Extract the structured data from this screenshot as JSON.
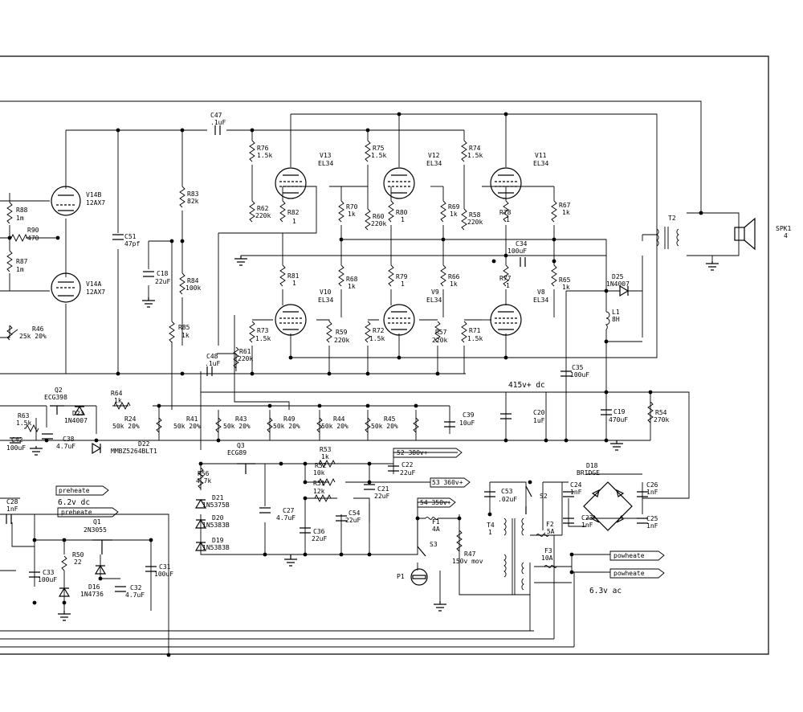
{
  "colors": {
    "ink": "#000000",
    "paper": "#ffffff"
  },
  "tubes": [
    {
      "ref": "V14B",
      "type": "12AX7"
    },
    {
      "ref": "V14A",
      "type": "12AX7"
    },
    {
      "ref": "V13",
      "type": "EL34"
    },
    {
      "ref": "V12",
      "type": "EL34"
    },
    {
      "ref": "V11",
      "type": "EL34"
    },
    {
      "ref": "V10",
      "type": "EL34"
    },
    {
      "ref": "V9",
      "type": "EL34"
    },
    {
      "ref": "V8",
      "type": "EL34"
    }
  ],
  "resistors": [
    {
      "ref": "R88",
      "value": "1m"
    },
    {
      "ref": "R90",
      "value": "470"
    },
    {
      "ref": "R87",
      "value": "1m"
    },
    {
      "ref": "R46",
      "value": "25k 20%"
    },
    {
      "ref": "R83",
      "value": "82k"
    },
    {
      "ref": "R84",
      "value": "100k"
    },
    {
      "ref": "R85",
      "value": "1k"
    },
    {
      "ref": "R76",
      "value": "1.5k"
    },
    {
      "ref": "R62",
      "value": "220k"
    },
    {
      "ref": "R82",
      "value": "1"
    },
    {
      "ref": "R81",
      "value": "1"
    },
    {
      "ref": "R70",
      "value": "1k"
    },
    {
      "ref": "R68",
      "value": "1k"
    },
    {
      "ref": "R73",
      "value": "1.5k"
    },
    {
      "ref": "R61",
      "value": "220k"
    },
    {
      "ref": "R59",
      "value": "220k"
    },
    {
      "ref": "R75",
      "value": "1.5k"
    },
    {
      "ref": "R60",
      "value": "220k"
    },
    {
      "ref": "R80",
      "value": "1"
    },
    {
      "ref": "R79",
      "value": "1"
    },
    {
      "ref": "R69",
      "value": "1k"
    },
    {
      "ref": "R66",
      "value": "1k"
    },
    {
      "ref": "R72",
      "value": "1.5k"
    },
    {
      "ref": "R57",
      "value": "220k"
    },
    {
      "ref": "R74",
      "value": "1.5k"
    },
    {
      "ref": "R58",
      "value": "220k"
    },
    {
      "ref": "R78",
      "value": "1"
    },
    {
      "ref": "R77",
      "value": "1"
    },
    {
      "ref": "R67",
      "value": "1k"
    },
    {
      "ref": "R65",
      "value": "1k"
    },
    {
      "ref": "R71",
      "value": "1.5k"
    },
    {
      "ref": "R63",
      "value": "1.5k"
    },
    {
      "ref": "R64",
      "value": "1k"
    },
    {
      "ref": "R24",
      "value": "50k 20%"
    },
    {
      "ref": "R41",
      "value": "50k 20%"
    },
    {
      "ref": "R43",
      "value": "50k 20%"
    },
    {
      "ref": "R49",
      "value": "50k 20%"
    },
    {
      "ref": "R44",
      "value": "50k 20%"
    },
    {
      "ref": "R45",
      "value": "50k 20%"
    },
    {
      "ref": "R54",
      "value": "270k"
    },
    {
      "ref": "R56",
      "value": "4.7k"
    },
    {
      "ref": "R53",
      "value": "1k"
    },
    {
      "ref": "R52",
      "value": "10k"
    },
    {
      "ref": "R51",
      "value": "12k"
    },
    {
      "ref": "R50",
      "value": "22"
    },
    {
      "ref": "R47",
      "value": "150v mov"
    }
  ],
  "capacitors": [
    {
      "ref": "C47",
      "value": ".1uF"
    },
    {
      "ref": "C51",
      "value": "47pf"
    },
    {
      "ref": "C18",
      "value": "22uF"
    },
    {
      "ref": "C48",
      "value": ".1uF"
    },
    {
      "ref": "C34",
      "value": "100uF"
    },
    {
      "ref": "C35",
      "value": "100uF"
    },
    {
      "ref": "C42",
      "value": "100uF"
    },
    {
      "ref": "C38",
      "value": "4.7uF"
    },
    {
      "ref": "C39",
      "value": "10uF"
    },
    {
      "ref": "C20",
      "value": "1uF"
    },
    {
      "ref": "C19",
      "value": "470uF"
    },
    {
      "ref": "C22",
      "value": "22uF"
    },
    {
      "ref": "C27",
      "value": "4.7uF"
    },
    {
      "ref": "C21",
      "value": "22uF"
    },
    {
      "ref": "C54",
      "value": "22uF"
    },
    {
      "ref": "C36",
      "value": "22uF"
    },
    {
      "ref": "C53",
      "value": ".02uF"
    },
    {
      "ref": "C24",
      "value": "1nF"
    },
    {
      "ref": "C23",
      "value": "1nF"
    },
    {
      "ref": "C26",
      "value": "1nF"
    },
    {
      "ref": "C25",
      "value": "1nF"
    },
    {
      "ref": "C28",
      "value": "1nF"
    },
    {
      "ref": "C33",
      "value": "100uF"
    },
    {
      "ref": "C32",
      "value": "4.7uF"
    },
    {
      "ref": "C31",
      "value": "100uF"
    }
  ],
  "semis": [
    {
      "ref": "Q2",
      "value": "ECG398"
    },
    {
      "ref": "D23",
      "value": "1N4007"
    },
    {
      "ref": "D22",
      "value": "MMBZ5264BLT1"
    },
    {
      "ref": "Q3",
      "value": "ECG89"
    },
    {
      "ref": "D21",
      "value": "1N5375B"
    },
    {
      "ref": "D20",
      "value": "1N5383B"
    },
    {
      "ref": "D19",
      "value": "1N5383B"
    },
    {
      "ref": "D25",
      "value": "1N4007"
    },
    {
      "ref": "D18",
      "value": "BRIDGE"
    },
    {
      "ref": "Q1",
      "value": "2N3055"
    },
    {
      "ref": "D16",
      "value": "1N4736"
    }
  ],
  "magnetics": [
    {
      "ref": "T2",
      "value": ""
    },
    {
      "ref": "L1",
      "value": "8H"
    },
    {
      "ref": "T4",
      "value": "1"
    },
    {
      "ref": "F1",
      "value": "4A"
    },
    {
      "ref": "F2",
      "value": ".5A"
    },
    {
      "ref": "F3",
      "value": "10A"
    }
  ],
  "misc": {
    "speaker_ref": "SPK1",
    "speaker_num": "4",
    "switch_s2": "S2",
    "switch_s3": "S3",
    "plug_p1": "P1"
  },
  "nets": {
    "b_plus": "415v+ dc",
    "preheat_dc": "6.2v dc",
    "ac_heater": "6.3v ac",
    "preheat_out": "preheate",
    "preheat_in": "preheate",
    "powheat1": "powheate",
    "powheat2": "powheate",
    "net_380": "52 380v+",
    "net_360": "53 360v+",
    "net_350": "54 350v+"
  }
}
